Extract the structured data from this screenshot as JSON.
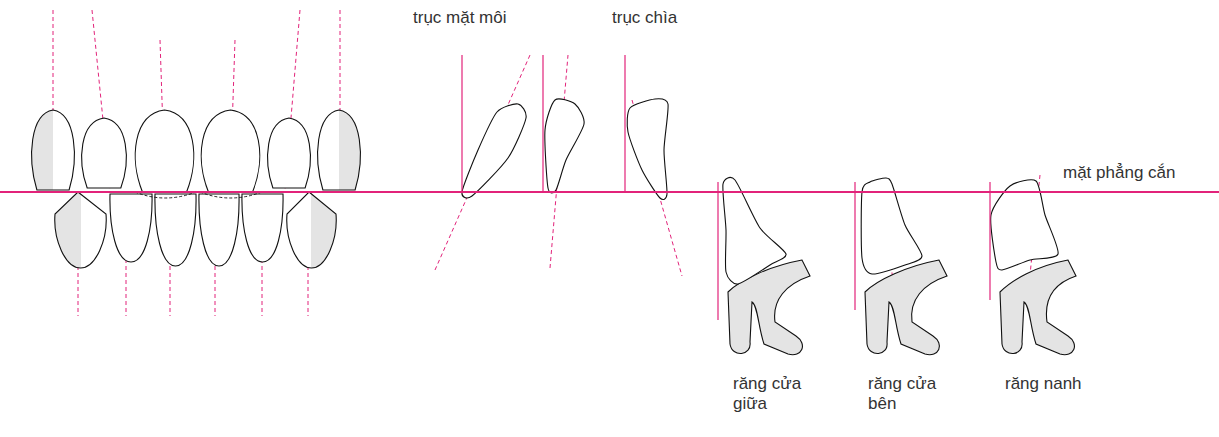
{
  "diagram": {
    "labels": [
      "trục mặt môi",
      "trục chìa",
      "mặt phẳng cắn",
      "răng cửa giữa",
      "răng cửa bên",
      "răng nanh"
    ]
  }
}
